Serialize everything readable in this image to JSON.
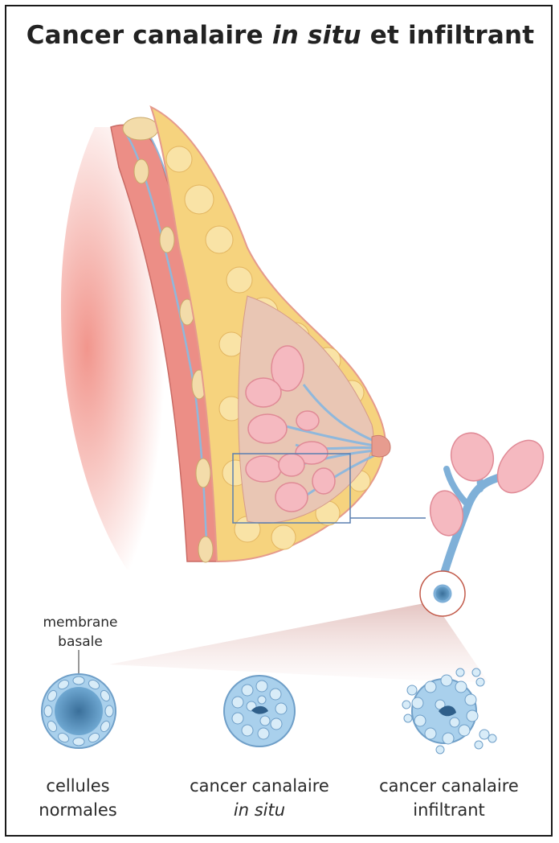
{
  "title": {
    "part1": "Cancer canalaire ",
    "italic": "in situ",
    "part2": " et infiltrant"
  },
  "labels": {
    "membrane": {
      "line1": "membrane",
      "line2": "basale"
    },
    "normal": {
      "line1": "cellules",
      "line2": "normales"
    },
    "in_situ": {
      "line1": "cancer canalaire",
      "line2": "in situ"
    },
    "infiltrant": {
      "line1": "cancer canalaire",
      "line2": "infiltrant"
    }
  },
  "colors": {
    "muscle": "#e8827a",
    "fat": "#f5d27a",
    "lobule": "#f5b4bd",
    "duct": "#7fb0d8",
    "cell": "#9ccbea",
    "frame_line": "#5a7fb0"
  },
  "icons": {
    "breast": "breast-cross-section-illustration",
    "lobule": "lobule-detail-illustration",
    "cell_normal": "normal-duct-cross-section",
    "cell_in_situ": "in-situ-duct-cross-section",
    "cell_infiltrant": "infiltrant-duct-cross-section"
  }
}
